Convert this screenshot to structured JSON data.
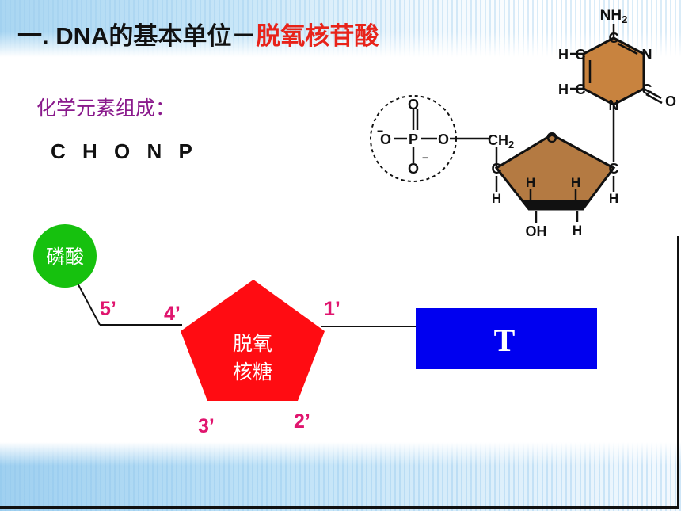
{
  "title": {
    "prefix": "一. DNA的基本单位－",
    "highlight": "脱氧核苷酸"
  },
  "elements": {
    "label": "化学元素组成：",
    "list": "C H O N P"
  },
  "schematic": {
    "phosphate_label": "磷酸",
    "sugar_line1": "脱氧",
    "sugar_line2": "核糖",
    "base_label": "T",
    "carbon_5": "5’",
    "carbon_4": "4’",
    "carbon_3": "3’",
    "carbon_2": "2’",
    "carbon_1": "1’",
    "colors": {
      "phosphate": "#16c10e",
      "sugar": "#ff0c12",
      "base": "#0000f0",
      "carbon_numbers": "#e0156e"
    }
  },
  "structure": {
    "nh2": "NH",
    "nh2_sub": "2",
    "base_h_top": "H",
    "base_h_mid": "H",
    "base_c1": "C",
    "base_c2": "C",
    "base_c3": "C",
    "base_n1": "N",
    "base_c4": "C",
    "base_o": "O",
    "base_n2": "N",
    "phos_o_top": "O",
    "phos_o_left": "O",
    "phos_minus_left": "−",
    "phos_p": "P",
    "phos_o_right": "O",
    "phos_o_bottom": "O",
    "phos_minus_bottom": "−",
    "sugar_ch2": "CH",
    "sugar_ch2_sub": "2",
    "sugar_c4": "C",
    "sugar_o": "O",
    "sugar_c1": "C",
    "sugar_h4": "H",
    "sugar_h_in1": "H",
    "sugar_h_in2": "H",
    "sugar_h1": "H",
    "sugar_oh": "OH",
    "sugar_h2": "H",
    "colors": {
      "ring_fill": "#c8833f",
      "sugar_fill": "#b47a42"
    }
  }
}
